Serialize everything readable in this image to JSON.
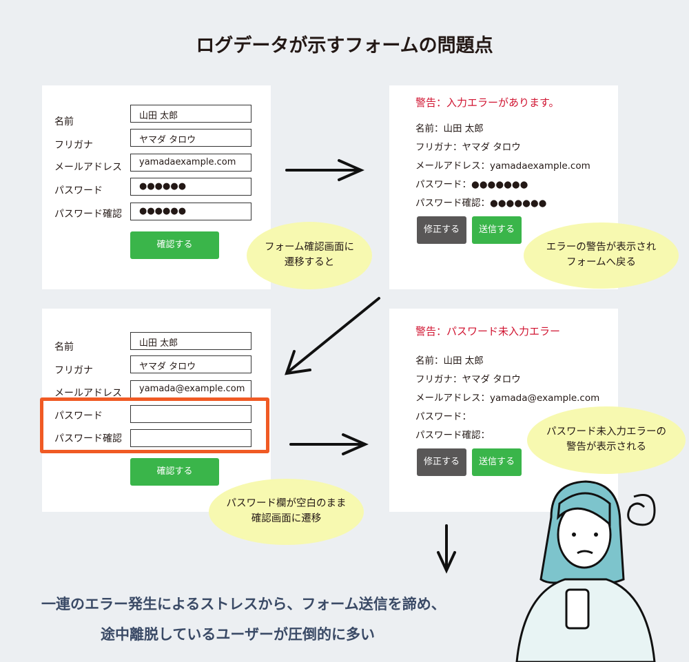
{
  "title": "ログデータが示すフォームの問題点",
  "form1": {
    "labels": [
      "名前",
      "フリガナ",
      "メールアドレス",
      "パスワード",
      "パスワード確認"
    ],
    "values": [
      "山田 太郎",
      "ヤマダ タロウ",
      "yamadaexample.com",
      "●●●●●●",
      "●●●●●●"
    ],
    "button": "確認する"
  },
  "confirm1": {
    "warning": "警告：入力エラーがあります。",
    "lines": [
      "名前：山田 太郎",
      "フリガナ：ヤマダ タロウ",
      "メールアドレス：yamadaexample.com",
      "パスワード：●●●●●●●",
      "パスワード確認：●●●●●●●"
    ],
    "fix_button": "修正する",
    "send_button": "送信する"
  },
  "form2": {
    "labels": [
      "名前",
      "フリガナ",
      "メールアドレス",
      "パスワード",
      "パスワード確認"
    ],
    "values": [
      "山田 太郎",
      "ヤマダ タロウ",
      "yamada@example.com",
      "",
      ""
    ],
    "button": "確認する"
  },
  "confirm2": {
    "warning": "警告：パスワード未入力エラー",
    "lines": [
      "名前：山田 太郎",
      "フリガナ：ヤマダ タロウ",
      "メールアドレス：yamada@example.com",
      "パスワード：",
      "パスワード確認："
    ],
    "fix_button": "修正する",
    "send_button": "送信する"
  },
  "bubbles": [
    {
      "l1": "フォーム確認画面に",
      "l2": "遷移すると"
    },
    {
      "l1": "エラーの警告が表示され",
      "l2": "フォームへ戻る"
    },
    {
      "l1": "パスワード欄が空白のまま",
      "l2": "確認画面に遷移"
    },
    {
      "l1": "パスワード未入力エラーの",
      "l2": "警告が表示される"
    }
  ],
  "conclusion": {
    "l1": "一連のエラー発生によるストレスから、フォーム送信を諦め、",
    "l2": "途中離脱しているユーザーが圧倒的に多い"
  },
  "colors": {
    "highlight": "#f05a24",
    "green": "#3ab54a",
    "warning": "#d0122f",
    "bubble": "#f7f9b0"
  }
}
